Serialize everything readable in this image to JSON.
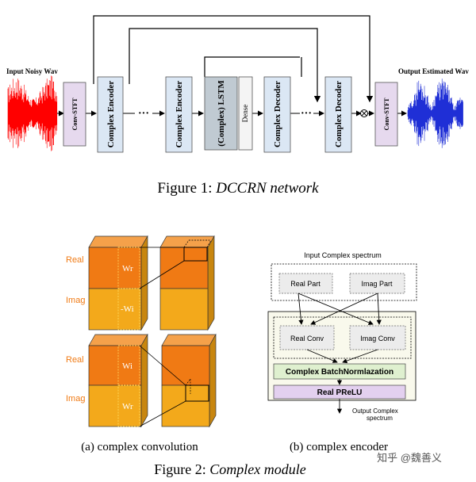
{
  "figure1": {
    "input_label": "Input Noisy Wav",
    "output_label": "Output Estimated Wav",
    "conv_stft_in": "Conv-STFT",
    "encoder1": "Complex Encoder",
    "encoder2": "Complex Encoder",
    "lstm": "(Complex) LSTM",
    "dense": "Dense",
    "decoder1": "Complex Decoder",
    "decoder2": "Complex Decoder",
    "conv_stft_out": "Conv-STFT",
    "dots": "···",
    "multiply": "⊗",
    "caption_prefix": "Figure 1: ",
    "caption_title": "DCCRN network",
    "colors": {
      "conv_stft": "#e6d9ee",
      "block": "#dbe7f4",
      "lstm": "#c0cad2",
      "dense": "#f4f4f4",
      "input_wave": "#ff0000",
      "output_wave": "#1f2fd6"
    }
  },
  "figure2": {
    "a": {
      "real": "Real",
      "imag": "Imag",
      "wr": "Wr",
      "neg_wi": "-Wi",
      "wi": "Wi",
      "wr2": "Wr",
      "caption": "(a)  complex convolution",
      "colors": {
        "real": "#f07a14",
        "imag": "#f3a91b",
        "label": "#f07a14"
      }
    },
    "b": {
      "input_title": "Input Complex spectrum",
      "real_part": "Real Part",
      "imag_part": "Imag Part",
      "real_conv": "Real Conv",
      "imag_conv": "Imag Conv",
      "batchnorm": "Complex BatchNormlazation",
      "prelu": "Real PReLU",
      "output_title_line1": "Output Complex",
      "output_title_line2": "spectrum",
      "caption": "(b)  complex encoder",
      "colors": {
        "batchnorm": "#dff0cf",
        "prelu": "#e3d0ef",
        "box": "#f9f9ec"
      }
    },
    "caption_prefix": "Figure 2: ",
    "caption_title": "Complex module"
  },
  "watermark": "知乎 @魏善义"
}
